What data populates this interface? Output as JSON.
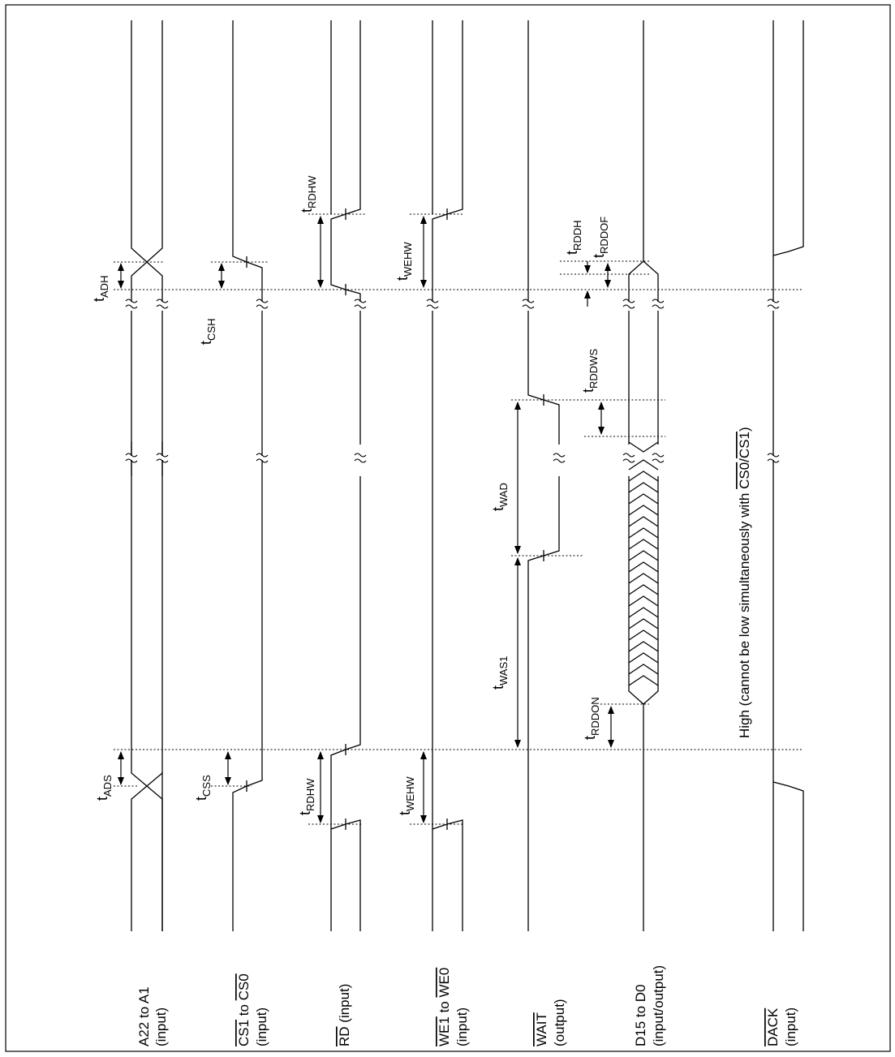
{
  "signals": [
    {
      "id": "addr",
      "name_pre": "A22 to A1",
      "name_over": "",
      "name_mid": "",
      "name_over2": "",
      "dir": "(input)"
    },
    {
      "id": "cs",
      "name_pre": "",
      "name_over": "CS1",
      "name_mid": " to ",
      "name_over2": "CS0",
      "dir": "(input)"
    },
    {
      "id": "rd",
      "name_pre": "",
      "name_over": "RD",
      "name_mid": " (input)",
      "name_over2": "",
      "dir": ""
    },
    {
      "id": "we",
      "name_pre": "",
      "name_over": "WE1",
      "name_mid": " to ",
      "name_over2": "WE0",
      "dir": "(input)"
    },
    {
      "id": "wait",
      "name_pre": "",
      "name_over": "WAIT",
      "name_mid": "",
      "name_over2": "",
      "dir": "(output)"
    },
    {
      "id": "data",
      "name_pre": "D15 to D0",
      "name_over": "",
      "name_mid": "",
      "name_over2": "",
      "dir": "(input/output)"
    },
    {
      "id": "dack",
      "name_pre": "",
      "name_over": "DACK",
      "name_mid": "",
      "name_over2": "",
      "dir": "(input)"
    }
  ],
  "timings": {
    "tADS": {
      "t": "t",
      "sub": "ADS"
    },
    "tCSS": {
      "t": "t",
      "sub": "CSS"
    },
    "tRDHW_a": {
      "t": "t",
      "sub": "RDHW"
    },
    "tWEHW_a": {
      "t": "t",
      "sub": "WEHW"
    },
    "tWAS1": {
      "t": "t",
      "sub": "WAS1"
    },
    "tRDDON": {
      "t": "t",
      "sub": "RDDON"
    },
    "tWAD": {
      "t": "t",
      "sub": "WAD"
    },
    "tRDDWS": {
      "t": "t",
      "sub": "RDDWS"
    },
    "tADH": {
      "t": "t",
      "sub": "ADH"
    },
    "tCSH": {
      "t": "t",
      "sub": "CSH"
    },
    "tRDHW_b": {
      "t": "t",
      "sub": "RDHW"
    },
    "tWEHW_b": {
      "t": "t",
      "sub": "WEHW"
    },
    "tRDDH": {
      "t": "t",
      "sub": "RDDH"
    },
    "tRDDOF": {
      "t": "t",
      "sub": "RDDOF"
    }
  },
  "note": {
    "pre": "High (cannot be low simultaneously with ",
    "over1": "CS0",
    "slash": "/",
    "over2": "CS1",
    "post": ")"
  }
}
